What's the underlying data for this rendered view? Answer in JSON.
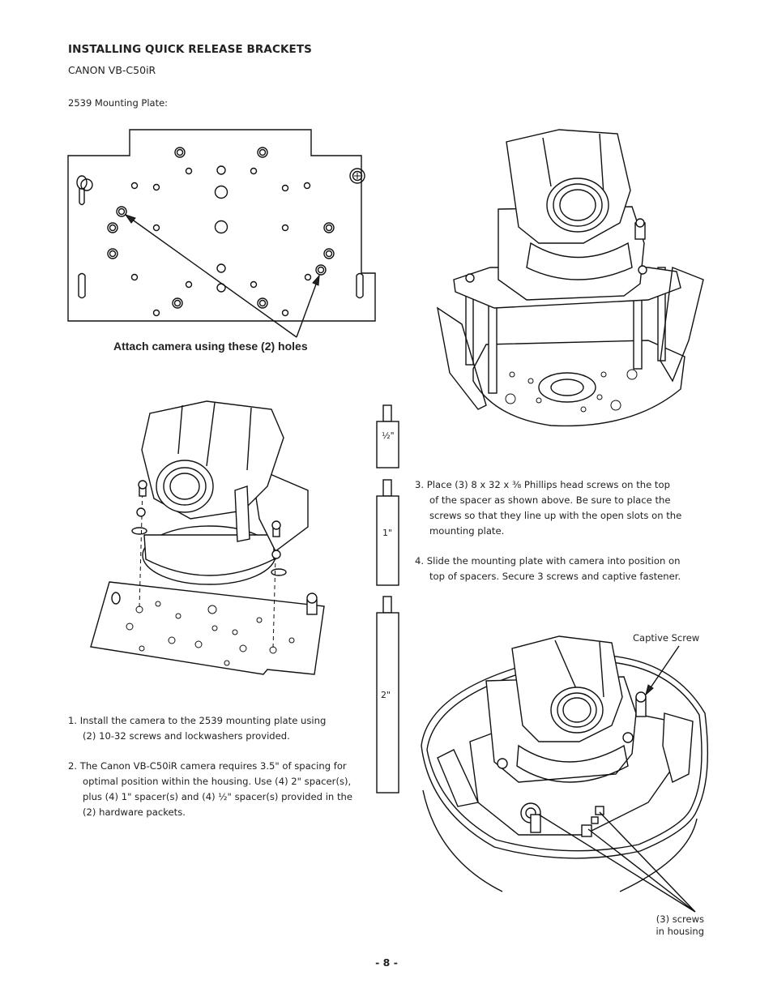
{
  "heading": "INSTALLING QUICK RELEASE BRACKETS",
  "model": "CANON VB-C50iR",
  "plate_label": "2539 Mounting Plate:",
  "plate_caption": "Attach camera using these (2) holes",
  "spacers": {
    "half": "½\"",
    "one": "1\"",
    "two": "2\""
  },
  "steps": {
    "s1_line1": "1.  Install the camera to the 2539 mounting plate using",
    "s1_line2": "(2) 10-32 screws and lockwashers provided.",
    "s2_line1": "2.  The Canon VB-C50iR camera requires 3.5\" of spacing for",
    "s2_line2": "optimal position within the housing. Use (4) 2\" spacer(s),",
    "s2_line3": "plus (4) 1\" spacer(s) and (4) ½\" spacer(s) provided in the",
    "s2_line4": "(2) hardware packets.",
    "s3_line1": "3.  Place (3) 8 x 32 x ⅜ Phillips head screws on the top",
    "s3_line2": "of the spacer as shown above. Be sure to place the",
    "s3_line3": "screws so that they line up with the open slots on the",
    "s3_line4": "mounting plate.",
    "s4_line1": "4.  Slide the mounting plate with camera into position on",
    "s4_line2": "top of spacers. Secure 3 screws and captive fastener."
  },
  "callouts": {
    "captive": "Captive Screw",
    "screws_line1": "(3) screws",
    "screws_line2": "in housing"
  },
  "page_number": "- 8 -"
}
